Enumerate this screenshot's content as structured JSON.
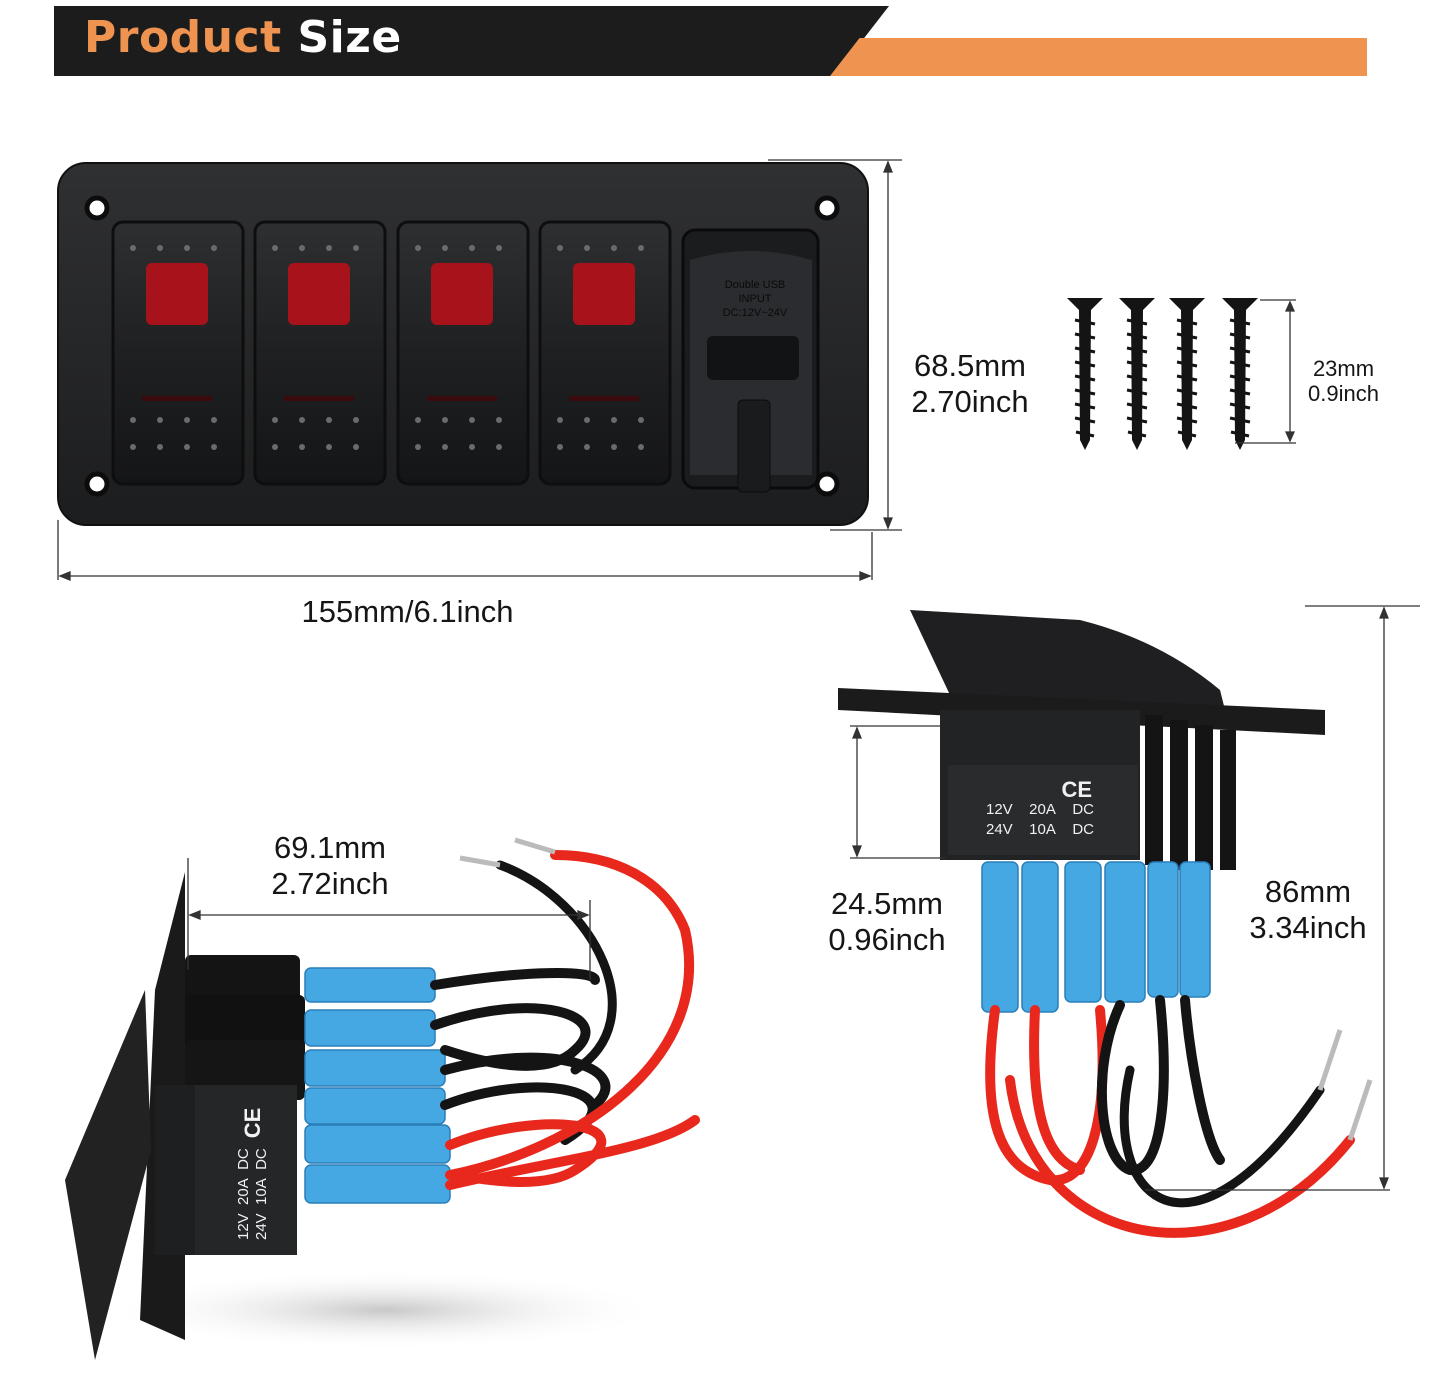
{
  "header": {
    "title_part1": "Product",
    "title_part2": "Size",
    "colors": {
      "accent": "#ef9350",
      "banner_dark": "#1c1c1c",
      "title_light": "#ffffff"
    }
  },
  "front_view": {
    "switches": [
      {
        "type": "rocker",
        "indicator_color": "#b3101a"
      },
      {
        "type": "rocker",
        "indicator_color": "#b3101a"
      },
      {
        "type": "rocker",
        "indicator_color": "#b3101a"
      },
      {
        "type": "rocker",
        "indicator_color": "#b3101a"
      }
    ],
    "usb_module": {
      "label_line1": "Double USB",
      "label_line2": "INPUT",
      "label_line3": "DC:12V~24V"
    },
    "height": {
      "mm": "68.5mm",
      "inch": "2.70inch"
    },
    "width": {
      "label": "155mm/6.1inch"
    }
  },
  "screws": {
    "count": 4,
    "length": {
      "mm": "23mm",
      "inch": "0.9inch"
    }
  },
  "side_view": {
    "depth": {
      "mm": "69.1mm",
      "inch": "2.72inch"
    },
    "rating": {
      "mark": "CE",
      "line1": [
        "12V",
        "20A",
        "DC"
      ],
      "line2": [
        "24V",
        "10A",
        "DC"
      ]
    }
  },
  "back_view": {
    "body_depth": {
      "mm": "24.5mm",
      "inch": "0.96inch"
    },
    "total_height": {
      "mm": "86mm",
      "inch": "3.34inch"
    },
    "rating": {
      "mark": "CE",
      "line1": [
        "12V",
        "20A",
        "DC"
      ],
      "line2": [
        "24V",
        "10A",
        "DC"
      ]
    }
  },
  "wire_colors": {
    "red": "#e8281c",
    "black": "#141414",
    "connector_blue": "#3fa6e0"
  }
}
